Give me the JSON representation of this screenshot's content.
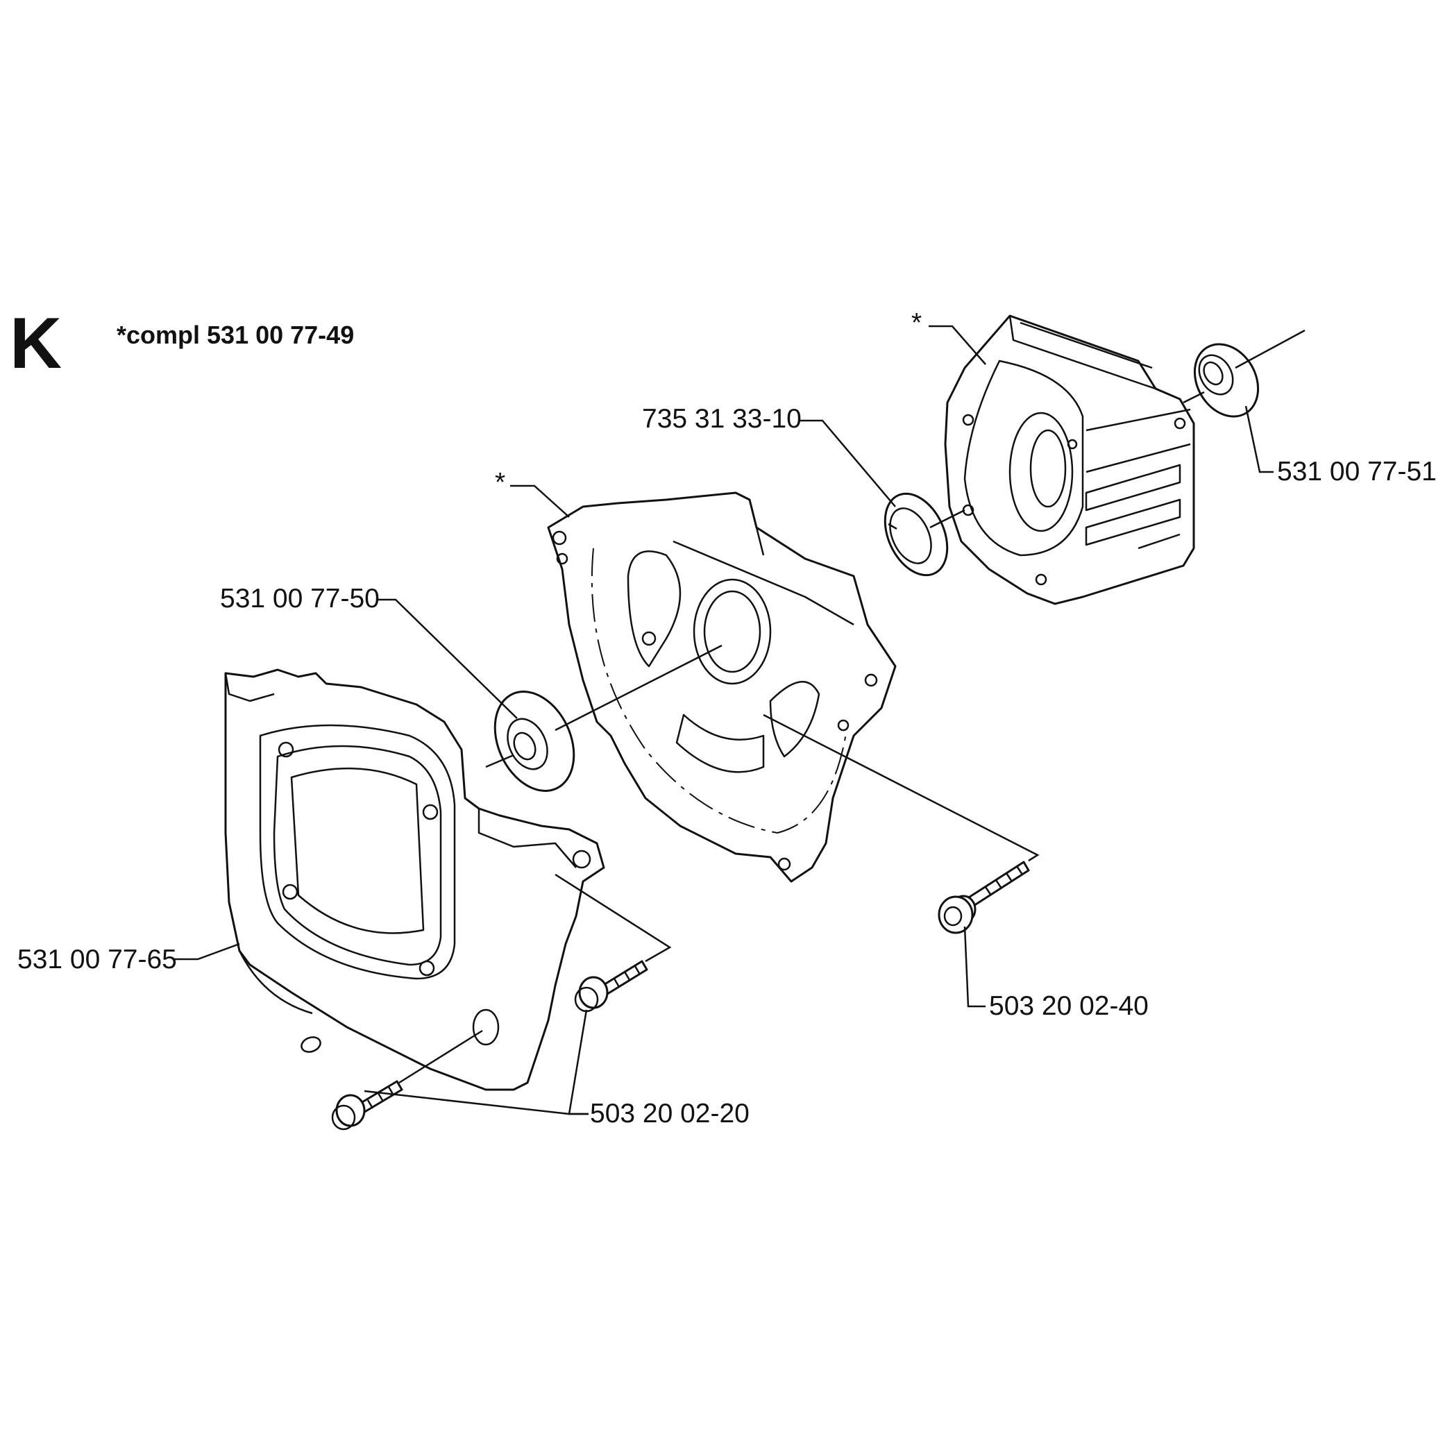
{
  "diagram": {
    "section_letter": "K",
    "kit_note": "*compl 531 00 77-49",
    "asterisk": "*",
    "labels": {
      "circlip": "735 31 33-10",
      "seal_right": "531 00 77-51",
      "seal_left": "531 00 77-50",
      "cover": "531 00 77-65",
      "screw_long": "503 20 02-40",
      "screw_short": "503 20 02-20"
    }
  }
}
